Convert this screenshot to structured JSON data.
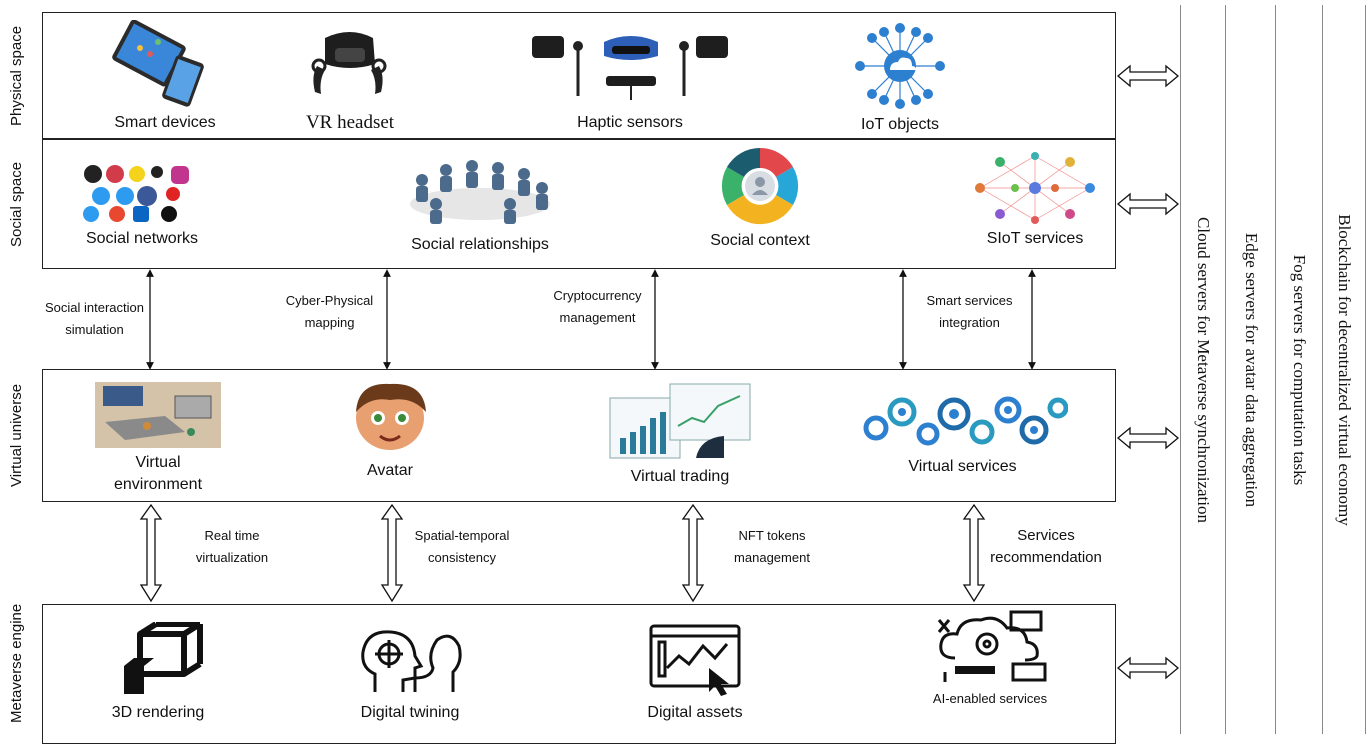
{
  "layers": {
    "physical": {
      "label": "Physical space",
      "items": [
        "Smart devices",
        "VR headset",
        "Haptic sensors",
        "IoT objects"
      ]
    },
    "social": {
      "label": "Social space",
      "items": [
        "Social networks",
        "Social relationships",
        "Social context",
        "SIoT services"
      ]
    },
    "virtual": {
      "label": "Virtual universe",
      "items": [
        {
          "line1": "Virtual",
          "line2": "environment"
        },
        {
          "line1": "Avatar",
          "line2": ""
        },
        {
          "line1": "Virtual trading",
          "line2": ""
        },
        {
          "line1": "Virtual services",
          "line2": ""
        }
      ]
    },
    "engine": {
      "label": "Metaverse engine",
      "items": [
        "3D rendering",
        "Digital twining",
        "Digital assets",
        "AI-enabled services"
      ]
    }
  },
  "social_virtual_links": [
    {
      "line1": "Social interaction",
      "line2": "simulation"
    },
    {
      "line1": "Cyber-Physical",
      "line2": "mapping"
    },
    {
      "line1": "Cryptocurrency",
      "line2": "management"
    },
    {
      "line1": "Smart services",
      "line2": "integration"
    }
  ],
  "virtual_engine_links": [
    {
      "line1": "Real time",
      "line2": "virtualization"
    },
    {
      "line1": "Spatial-temporal",
      "line2": "consistency"
    },
    {
      "line1": "NFT tokens",
      "line2": "management"
    },
    {
      "line1": "Services",
      "line2": "recommendation"
    }
  ],
  "infrastructure": [
    "Cloud servers for Metaverse synchronization",
    "Edge servers for avatar data aggregation",
    "Fog servers for computation tasks",
    "Blockchain for decentralized virtual economy"
  ],
  "colors": {
    "border": "#222222",
    "arrow_fill": "#ffffff",
    "icon_blue": "#2d7fd0",
    "icon_dark": "#1a1a1a"
  }
}
